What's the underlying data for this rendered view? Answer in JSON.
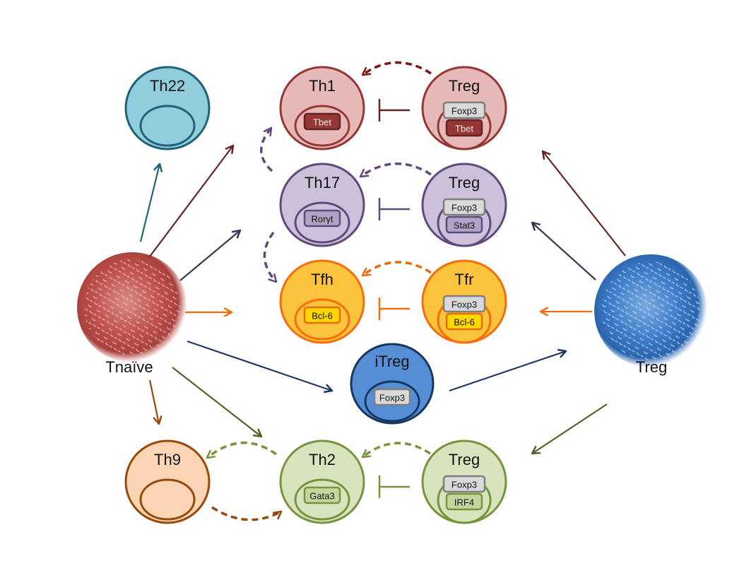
{
  "diagram": {
    "type": "T-cell differentiation and Treg suppression diagram",
    "source_cells": [
      {
        "id": "tnaive",
        "label": "Tnaïve",
        "color": "#c0504d",
        "icon": "naive-t-cell-image"
      },
      {
        "id": "treg_src",
        "label": "Treg",
        "color": "#3d7cc9",
        "icon": "treg-cell-image"
      }
    ],
    "cells": [
      {
        "id": "th22",
        "label": "Th22",
        "fill": "#92cddc",
        "stroke": "#1f6378",
        "markers": []
      },
      {
        "id": "th1",
        "label": "Th1",
        "fill": "#e6b9b8",
        "stroke": "#953735",
        "markers": [
          {
            "text": "Tbet",
            "fill": "#953735",
            "stroke": "#632423",
            "light": true
          }
        ]
      },
      {
        "id": "treg_th1",
        "label": "Treg",
        "fill": "#e6b9b8",
        "stroke": "#953735",
        "markers": [
          {
            "text": "Foxp3",
            "fill": "#d9d9d9",
            "stroke": "#7f7f7f",
            "light": false
          },
          {
            "text": "Tbet",
            "fill": "#953735",
            "stroke": "#632423",
            "light": true
          }
        ]
      },
      {
        "id": "th17",
        "label": "Th17",
        "fill": "#ccc0da",
        "stroke": "#604a7b",
        "markers": [
          {
            "text": "Rorγt",
            "fill": "#b3a2c7",
            "stroke": "#604a7b",
            "light": false
          }
        ]
      },
      {
        "id": "treg_th17",
        "label": "Treg",
        "fill": "#ccc0da",
        "stroke": "#604a7b",
        "markers": [
          {
            "text": "Foxp3",
            "fill": "#d9d9d9",
            "stroke": "#7f7f7f",
            "light": false
          },
          {
            "text": "Stat3",
            "fill": "#b3a2c7",
            "stroke": "#604a7b",
            "light": false
          }
        ]
      },
      {
        "id": "tfh",
        "label": "Tfh",
        "fill": "#fcc43c",
        "stroke": "#f56d0c",
        "markers": [
          {
            "text": "Bcl-6",
            "fill": "#ffd700",
            "stroke": "#e46c0a",
            "light": false
          }
        ]
      },
      {
        "id": "tfr",
        "label": "Tfr",
        "fill": "#fcc43c",
        "stroke": "#f56d0c",
        "markers": [
          {
            "text": "Foxp3",
            "fill": "#d9d9d9",
            "stroke": "#7f7f7f",
            "light": false
          },
          {
            "text": "Bcl-6",
            "fill": "#ffd700",
            "stroke": "#e46c0a",
            "light": false
          }
        ]
      },
      {
        "id": "itreg",
        "label": "iTreg",
        "fill": "#558ed5",
        "stroke": "#17375e",
        "markers": [
          {
            "text": "Foxp3",
            "fill": "#d9d9d9",
            "stroke": "#7f7f7f",
            "light": false
          }
        ]
      },
      {
        "id": "th9",
        "label": "Th9",
        "fill": "#fbd5b5",
        "stroke": "#984807",
        "markers": []
      },
      {
        "id": "th2",
        "label": "Th2",
        "fill": "#d7e4bd",
        "stroke": "#77933c",
        "markers": [
          {
            "text": "Gata3",
            "fill": "#c3d69b",
            "stroke": "#77933c",
            "light": false
          }
        ]
      },
      {
        "id": "treg_th2",
        "label": "Treg",
        "fill": "#d7e4bd",
        "stroke": "#77933c",
        "markers": [
          {
            "text": "Foxp3",
            "fill": "#d9d9d9",
            "stroke": "#7f7f7f",
            "light": false
          },
          {
            "text": "IRF4",
            "fill": "#c3d69b",
            "stroke": "#77933c",
            "light": false
          }
        ]
      }
    ],
    "differentiation_arrows": [
      {
        "from": "tnaive",
        "to": "th22",
        "color": "#1f6378"
      },
      {
        "from": "tnaive",
        "to": "th1",
        "color": "#632423"
      },
      {
        "from": "tnaive",
        "to": "th17",
        "color": "#3f3151"
      },
      {
        "from": "tnaive",
        "to": "tfh",
        "color": "#f56d0c"
      },
      {
        "from": "tnaive",
        "to": "itreg",
        "color": "#1f3864"
      },
      {
        "from": "tnaive",
        "to": "th9",
        "color": "#984807"
      },
      {
        "from": "tnaive",
        "to": "th2",
        "color": "#4f6228"
      },
      {
        "from": "itreg",
        "to": "treg_src",
        "color": "#1f3864"
      },
      {
        "from": "treg_src",
        "to": "treg_th1",
        "color": "#632423"
      },
      {
        "from": "treg_src",
        "to": "treg_th17",
        "color": "#3f3151"
      },
      {
        "from": "treg_src",
        "to": "tfr",
        "color": "#f56d0c"
      },
      {
        "from": "treg_src",
        "to": "treg_th2",
        "color": "#4f6228"
      }
    ],
    "plasticity_arrows": [
      {
        "from": "treg_th1",
        "to": "th1",
        "color": "#7f1414",
        "style": "dashed"
      },
      {
        "from": "treg_th17",
        "to": "th17",
        "color": "#604a7b",
        "style": "dashed"
      },
      {
        "from": "tfr",
        "to": "tfh",
        "color": "#e46c0a",
        "style": "dashed"
      },
      {
        "from": "treg_th2",
        "to": "th2",
        "color": "#77933c",
        "style": "dashed"
      },
      {
        "from": "th2",
        "to": "th9",
        "color": "#77933c",
        "style": "dashed"
      },
      {
        "from": "th9",
        "to": "th2",
        "color": "#984807",
        "style": "dashed"
      },
      {
        "from": "th17",
        "to": "th1",
        "color": "#604a7b",
        "style": "dashed"
      },
      {
        "from": "th17",
        "to": "tfh",
        "color": "#604a7b",
        "style": "dashed"
      }
    ],
    "inhibition_links": [
      {
        "from": "treg_th1",
        "to": "th1",
        "color": "#632423"
      },
      {
        "from": "treg_th17",
        "to": "th17",
        "color": "#604a7b"
      },
      {
        "from": "tfr",
        "to": "tfh",
        "color": "#f56d0c"
      },
      {
        "from": "treg_th2",
        "to": "th2",
        "color": "#77933c"
      }
    ]
  }
}
